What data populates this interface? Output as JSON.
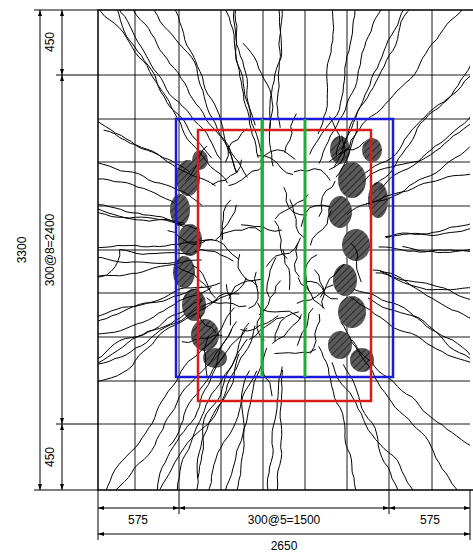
{
  "diagram": {
    "labels": [
      "450",
      "3300",
      "300@8=2400",
      "450",
      "575",
      "300@5=1500",
      "575",
      "2650"
    ]
  }
}
